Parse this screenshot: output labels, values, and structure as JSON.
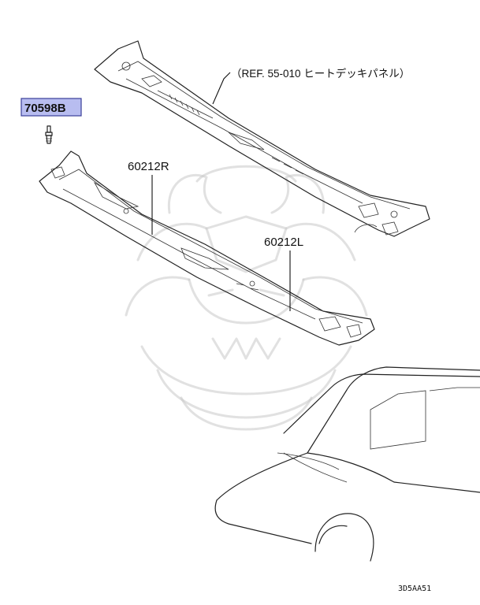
{
  "callouts": {
    "ref_note": "（REF. 55-010  ヒートデッキパネル）",
    "clip_part": "70598B",
    "cowl_right": "60212R",
    "cowl_left": "60212L"
  },
  "footer": {
    "diagram_code": "3D5AA51"
  },
  "colors": {
    "highlight_fill": "#b8bdf0",
    "highlight_stroke": "#3b3f9a",
    "watermark": "#c9c9c9"
  }
}
